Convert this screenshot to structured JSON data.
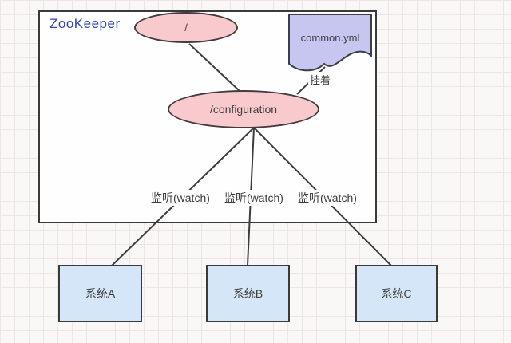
{
  "title": "ZooKeeper",
  "nodes": {
    "root": "/",
    "configuration": "/configuration"
  },
  "document": {
    "name": "common.yml",
    "relation_label": "挂着"
  },
  "edges": {
    "watch_labels": [
      "监听(watch)",
      "监听(watch)",
      "监听(watch)"
    ]
  },
  "systems": [
    {
      "label": "系统A"
    },
    {
      "label": "系统B"
    },
    {
      "label": "系统C"
    }
  ],
  "colors": {
    "node_fill": "#f8cacd",
    "document_fill": "#c7c6f1",
    "system_fill": "#d4e6f7",
    "border": "#3a3a3a",
    "title_color": "#2f48b5",
    "line_color": "#3d3d3d"
  }
}
